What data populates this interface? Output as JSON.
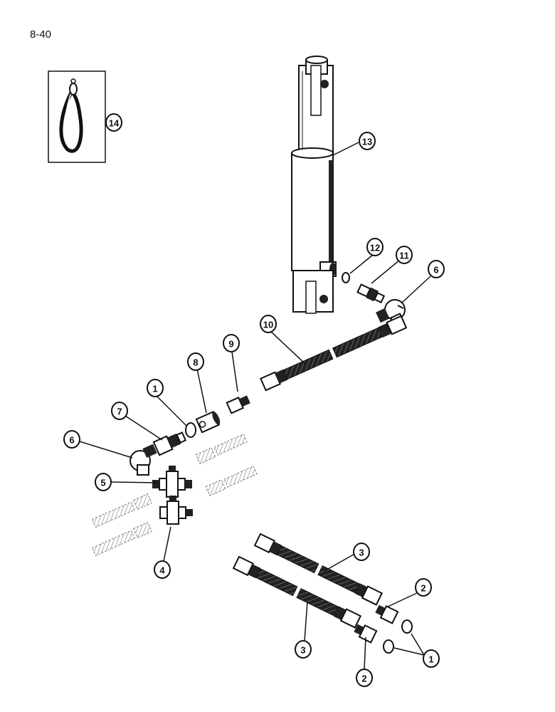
{
  "page": {
    "number": "8-40"
  },
  "callouts": {
    "c1a": "1",
    "c1b": "1",
    "c2a": "2",
    "c2b": "2",
    "c3a": "3",
    "c3b": "3",
    "c4": "4",
    "c5": "5",
    "c6a": "6",
    "c6b": "6",
    "c7": "7",
    "c8": "8",
    "c9": "9",
    "c10": "10",
    "c11": "11",
    "c12": "12",
    "c13": "13",
    "c14": "14"
  }
}
